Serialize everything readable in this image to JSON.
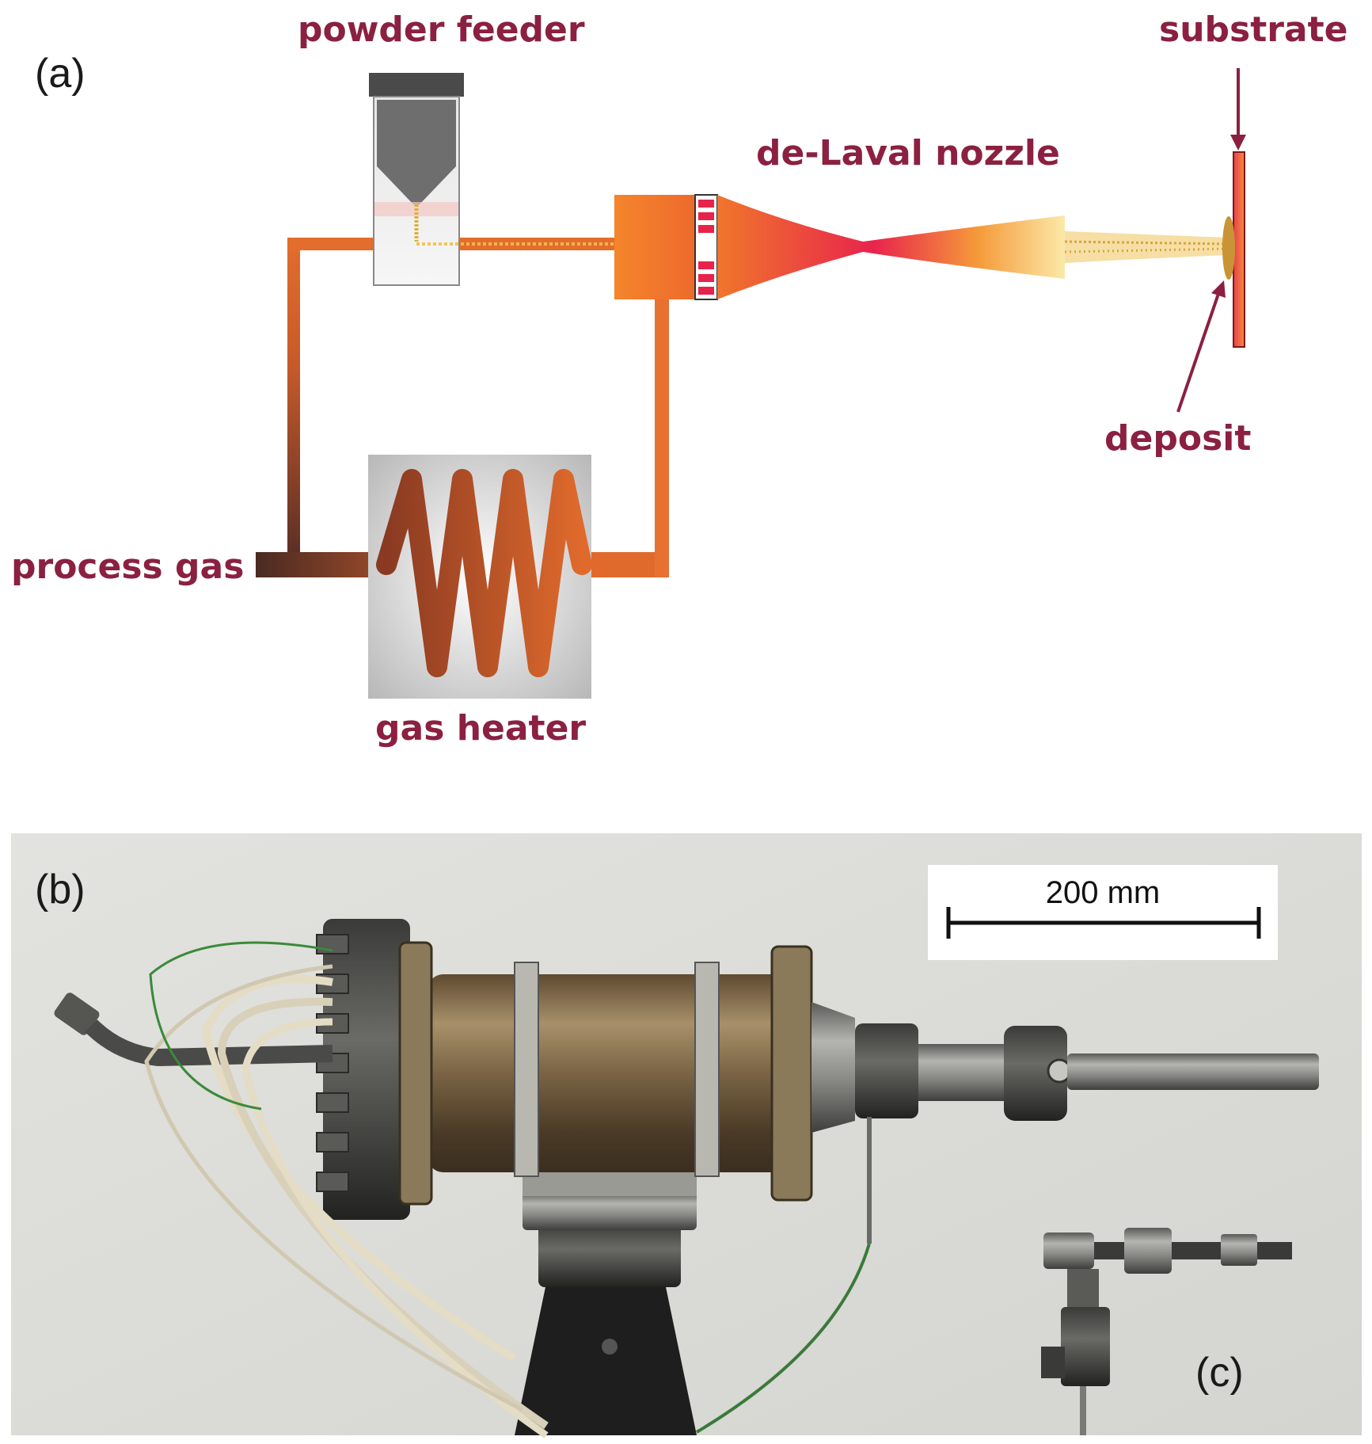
{
  "panels": {
    "a": "(a)",
    "b": "(b)",
    "c": "(c)"
  },
  "labels": {
    "powder_feeder": "powder feeder",
    "substrate": "substrate",
    "nozzle": "de-Laval nozzle",
    "deposit": "deposit",
    "process_gas": "process gas",
    "gas_heater": "gas heater"
  },
  "scale_bar": {
    "label": "200 mm"
  },
  "colors": {
    "label": "#8b2040",
    "gas_line": "#e0702a",
    "gas_dark": "#5a2e25",
    "nozzle_hot": "#e8234a",
    "jet_yellow": "#f6d24a",
    "photo_bg": "#dcdcd8"
  }
}
